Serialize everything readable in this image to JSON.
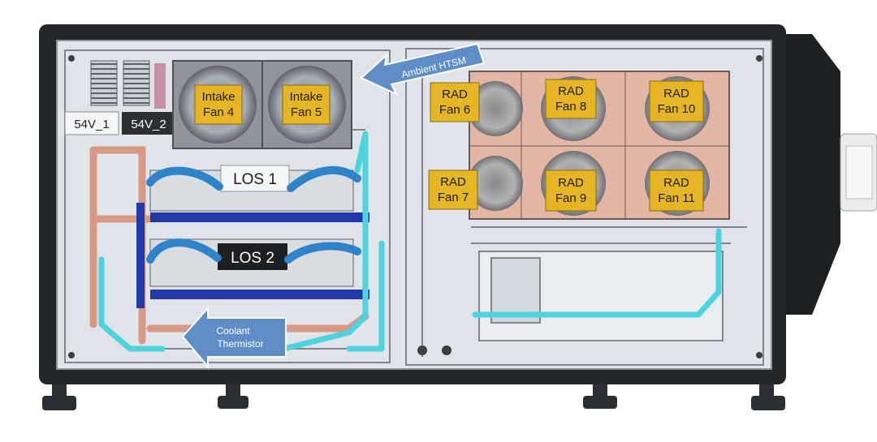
{
  "labels": {
    "supply_1": "54V_1",
    "supply_2": "54V_2",
    "intake_fan_4": [
      "Intake",
      "Fan 4"
    ],
    "intake_fan_5": [
      "Intake",
      "Fan 5"
    ],
    "rad_fan_6": [
      "RAD",
      "Fan 6"
    ],
    "rad_fan_7": [
      "RAD",
      "Fan 7"
    ],
    "rad_fan_8": [
      "RAD",
      "Fan 8"
    ],
    "rad_fan_9": [
      "RAD",
      "Fan 9"
    ],
    "rad_fan_10": [
      "RAD",
      "Fan 10"
    ],
    "rad_fan_11": [
      "RAD",
      "Fan 11"
    ],
    "los_1": "LOS 1",
    "los_2": "LOS 2",
    "ambient_sensor": "Ambient HTSM",
    "coolant_sensor": [
      "Coolant",
      "Thermistor"
    ]
  },
  "colors": {
    "frame": "#222629",
    "panel": "#dfe5ea",
    "fan_label": "#e6b526",
    "radiator": "#e3b6a6",
    "coolant_hose": "#4fd3dc",
    "blue_hose": "#2f84c9",
    "copper_pipe": "#d99a85",
    "arrow": "#5f8ec6",
    "blue_rail": "#1f3aa8"
  }
}
